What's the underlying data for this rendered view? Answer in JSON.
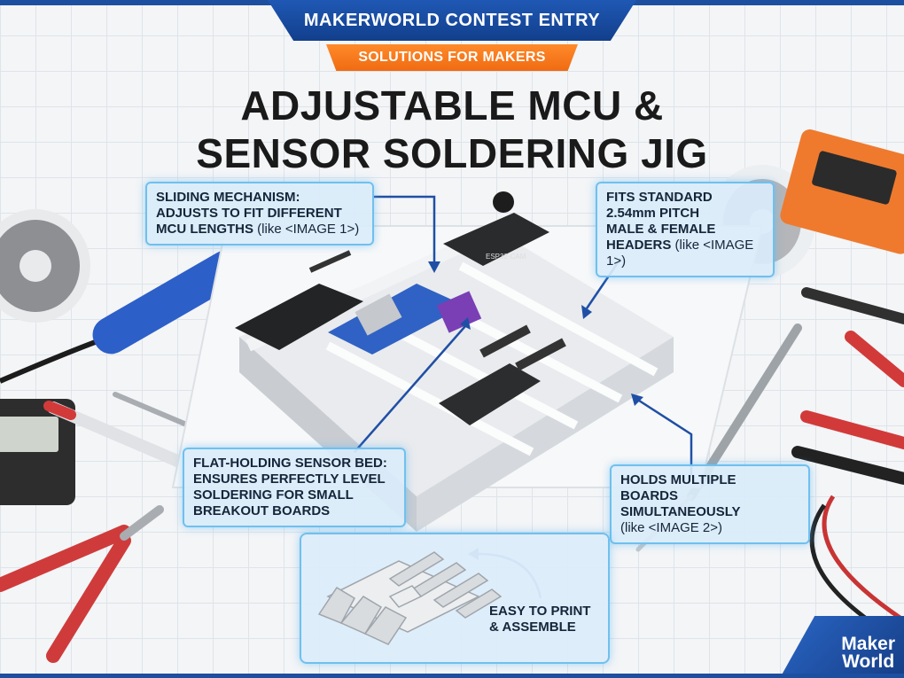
{
  "banner": {
    "top": "MAKERWORLD CONTEST ENTRY",
    "sub": "SOLUTIONS FOR MAKERS"
  },
  "title": {
    "line1": "ADJUSTABLE MCU &",
    "line2": "SENSOR SOLDERING JIG"
  },
  "callouts": {
    "sliding": {
      "bold1": "SLIDING MECHANISM:",
      "bold2": "ADJUSTS TO FIT DIFFERENT",
      "bold3": "MCU LENGTHS",
      "normal": "(like <IMAGE 1>)"
    },
    "headers": {
      "bold1": "FITS STANDARD",
      "bold2": "2.54mm PITCH",
      "bold3": "MALE & FEMALE",
      "bold4": "HEADERS",
      "normal": "(like <IMAGE 1>)"
    },
    "sensor": {
      "line1": "FLAT-HOLDING SENSOR BED:",
      "line2": "ENSURES PERFECTLY LEVEL",
      "line3": "SOLDERING FOR SMALL",
      "line4": "BREAKOUT BOARDS"
    },
    "multiple": {
      "bold1": "HOLDS MULTIPLE",
      "bold2": "BOARDS SIMULTANEOUSLY",
      "normal": "(like <IMAGE 2>)"
    }
  },
  "inset": {
    "label_line1": "EASY TO PRINT",
    "label_line2": "& ASSEMBLE"
  },
  "logo": {
    "line1": "Maker",
    "line2": "World"
  },
  "board_label": "ESP32-CAM",
  "colors": {
    "brand_blue": "#1d4fa0",
    "accent_orange": "#f06b12",
    "callout_border": "#6fc0ee"
  }
}
